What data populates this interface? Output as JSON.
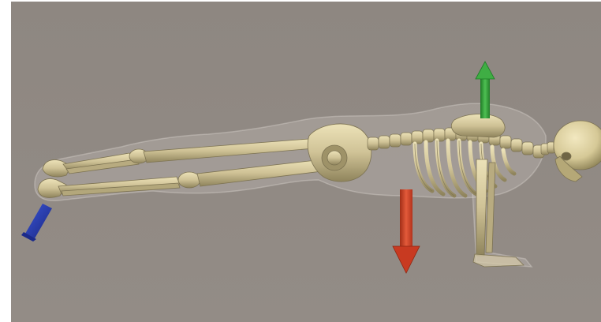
{
  "scene": {
    "background_color": "#8f8882",
    "bone_color": "#cfc39a",
    "bone_shadow_color": "#8f845c",
    "ghost_body_color": "#c9c4be",
    "arrows": [
      {
        "name": "upward-force-arrow",
        "color": "#2f9a35"
      },
      {
        "name": "downward-force-arrow",
        "color": "#d8442a"
      },
      {
        "name": "foot-force-arrow",
        "color": "#2537a8"
      }
    ]
  }
}
